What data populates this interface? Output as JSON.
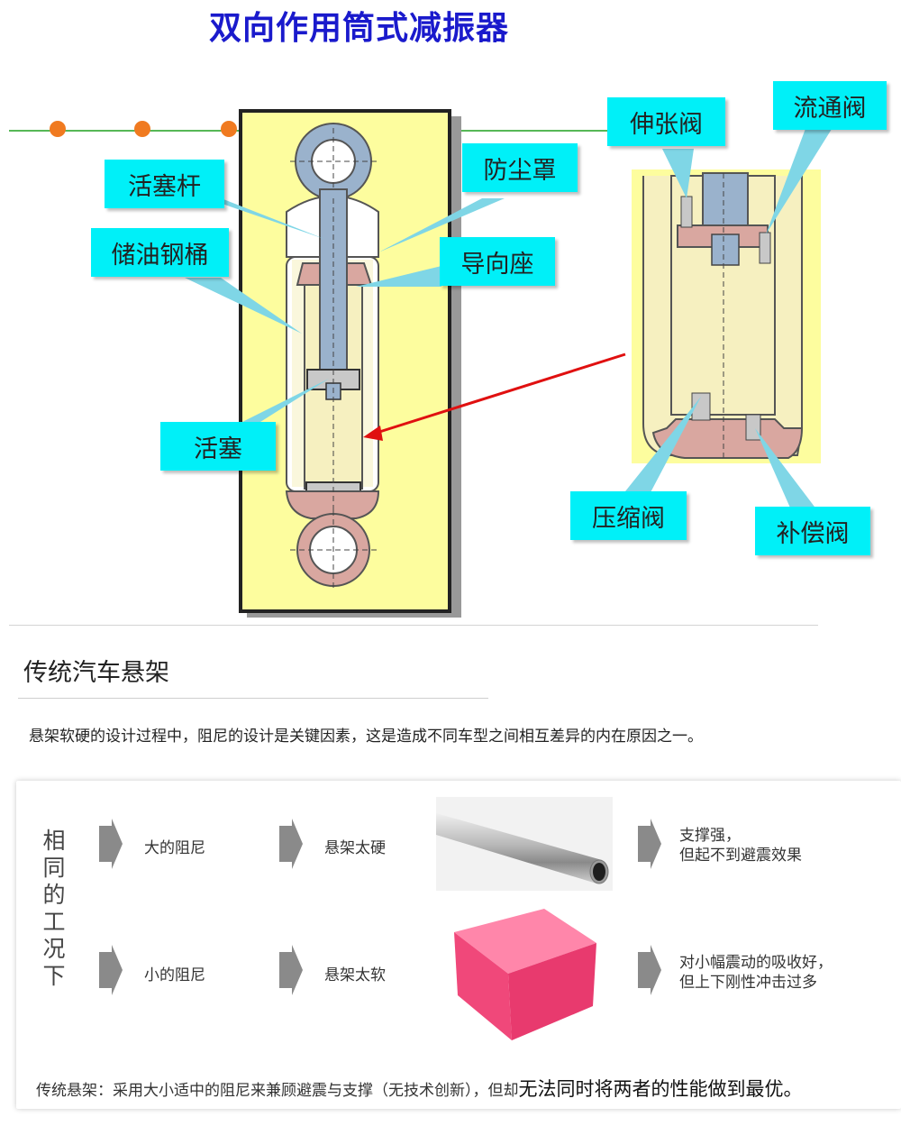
{
  "title": "双向作用筒式减振器",
  "labels": {
    "piston_rod": "活塞杆",
    "oil_reservoir": "储油钢桶",
    "dust_cover": "防尘罩",
    "guide_seat": "导向座",
    "piston": "活塞",
    "rebound_valve": "伸张阀",
    "flow_valve": "流通阀",
    "compression_valve": "压缩阀",
    "compensation_valve": "补偿阀"
  },
  "section": {
    "title": "传统汽车悬架",
    "description": "悬架软硬的设计过程中，阻尼的设计是关键因素，这是造成不同车型之间相互差异的内在原因之一。"
  },
  "comparison": {
    "condition": "相同的工况下",
    "rows": [
      {
        "damping": "大的阻尼",
        "result": "悬架太硬",
        "image": "steel-tube",
        "effect_line1": "支撑强，",
        "effect_line2": "但起不到避震效果"
      },
      {
        "damping": "小的阻尼",
        "result": "悬架太软",
        "image": "pink-sponge",
        "effect_line1": "对小幅震动的吸收好，",
        "effect_line2": "但上下刚性冲击过多"
      }
    ]
  },
  "footer": {
    "normal": "传统悬架：采用大小适中的阻尼来兼顾避震与支撑（无技术创新），但却",
    "emphasis": "无法同时将两者的性能做到最优。"
  },
  "colors": {
    "title": "#1a1acc",
    "callout": "#00f0f8",
    "panel_yellow": "#fdfd9e",
    "oil": "#f6f0c0",
    "arrow_red": "#e01010",
    "green_line": "#1fa01f",
    "orange_dot": "#f07a20"
  }
}
